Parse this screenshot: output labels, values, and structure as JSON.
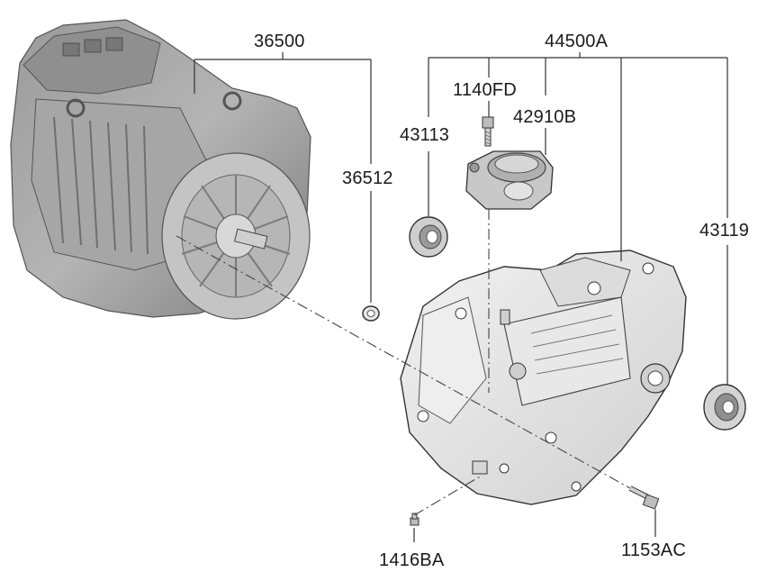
{
  "callouts": {
    "motor_assembly": "36500",
    "transmission_case": "44500A",
    "bolt_top": "1140FD",
    "actuator": "42910B",
    "seal_left": "43113",
    "oring": "36512",
    "seal_right": "43119",
    "pin_bottom": "1416BA",
    "bolt_bottom": "1153AC"
  },
  "colors": {
    "line": "#333333",
    "part_dark": "#8a8a8a",
    "part_mid": "#b0b0b0",
    "part_light": "#d6d6d6"
  }
}
